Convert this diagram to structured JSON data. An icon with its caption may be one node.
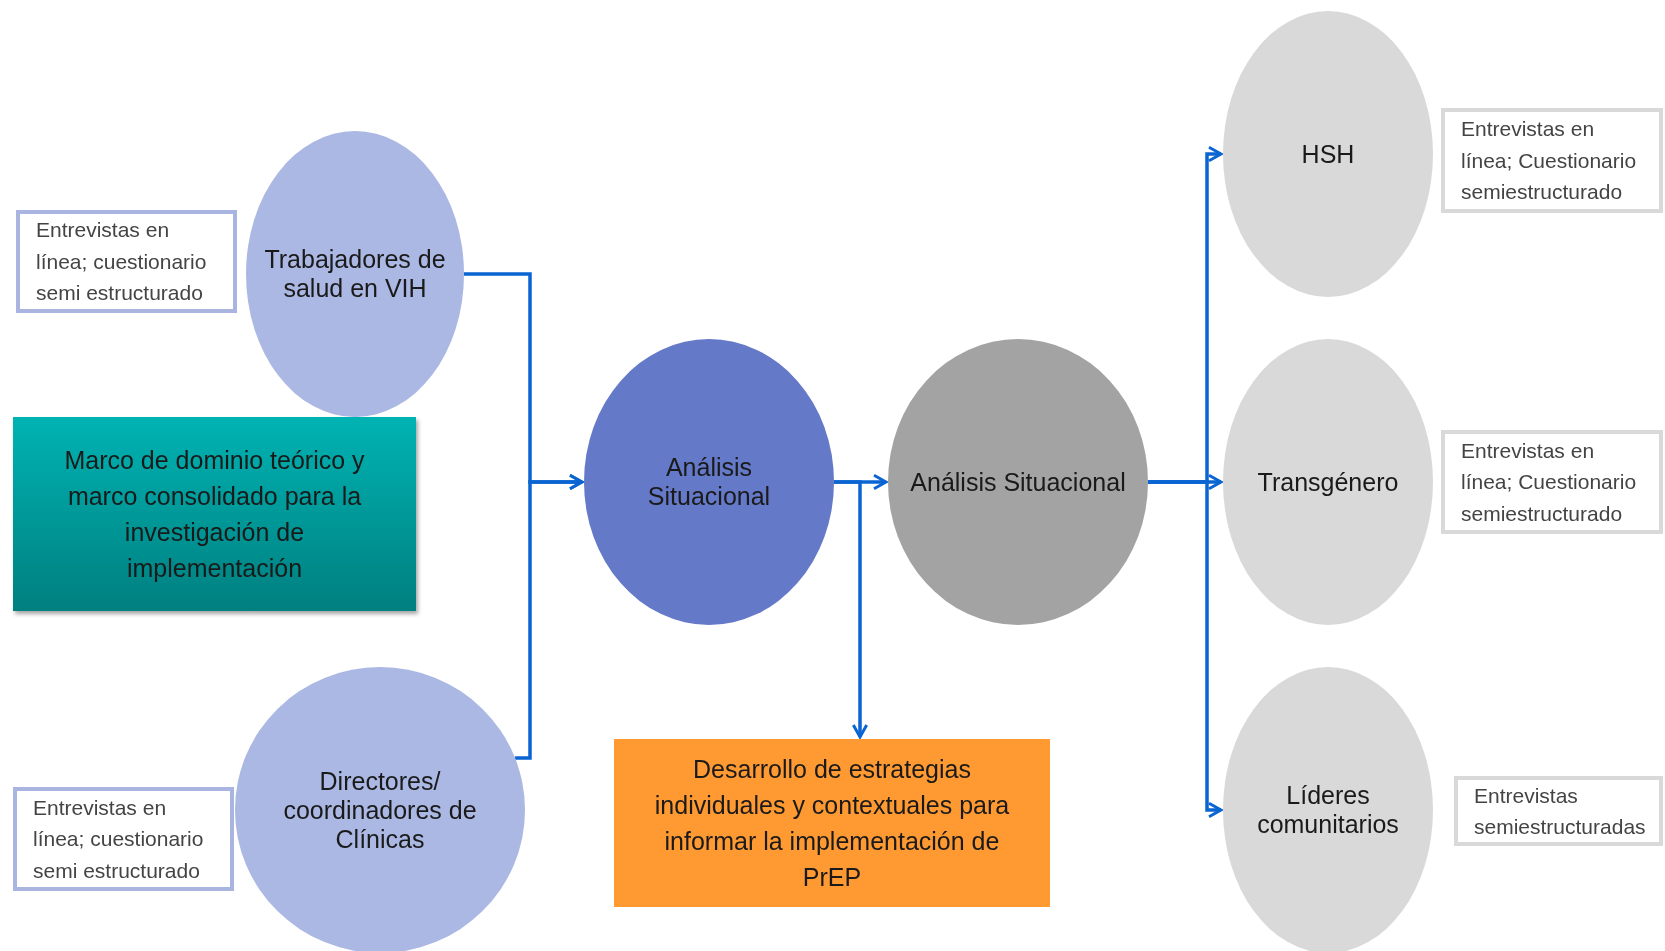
{
  "diagram": {
    "nodes": [
      {
        "text": [
          "Trabajadores de salud en VIH"
        ]
      },
      {
        "text": [
          "Entrevistas en línea; cuestionario semi estructurado"
        ]
      },
      {
        "text": [
          "Marco de dominio teórico y marco consolidado para la investigación de implementación"
        ]
      },
      {
        "text": [
          "Directores/ coordinadores de Clínicas"
        ]
      },
      {
        "text": [
          "Entrevistas en línea; cuestionario semi estructurado"
        ]
      },
      {
        "text": [
          "Análisis Situacional"
        ]
      },
      {
        "text": [
          "Análisis Situacional"
        ]
      },
      {
        "text": [
          "Desarrollo de estrategias individuales y contextuales para informar la implementación de PrEP"
        ]
      },
      {
        "text": [
          "HSH"
        ]
      },
      {
        "text": [
          "Entrevistas en línea; Cuestionario semiestructurado"
        ]
      },
      {
        "text": [
          "Transgénero"
        ]
      },
      {
        "text": [
          "Entrevistas en línea; Cuestionario semiestructurado"
        ]
      },
      {
        "text": [
          "Líderes comunitarios"
        ]
      },
      {
        "text": [
          "Entrevistas semiestructuradas"
        ]
      }
    ],
    "edges": [
      {
        "from": 0,
        "to": 5,
        "arrow": "to"
      },
      {
        "from": 3,
        "to": 5,
        "arrow": "to"
      },
      {
        "from": 5,
        "to": 6,
        "arrow": "to"
      },
      {
        "from": 5,
        "to": 7,
        "arrow": "to"
      },
      {
        "from": 6,
        "to": 8,
        "arrow": "to"
      },
      {
        "from": 6,
        "to": 10,
        "arrow": "to"
      },
      {
        "from": 6,
        "to": 12,
        "arrow": "to"
      }
    ]
  }
}
